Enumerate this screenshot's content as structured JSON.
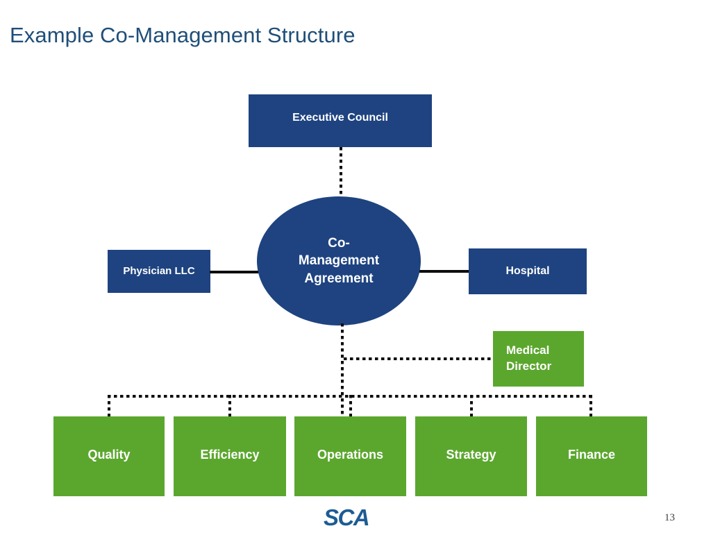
{
  "slide": {
    "title": "Example Co-Management Structure",
    "page_number": "13",
    "logo_text": "SCA",
    "colors": {
      "title_blue": "#1f4e79",
      "node_blue": "#1e4380",
      "node_green": "#5ba72e",
      "connector": "#0d0d0d",
      "logo_blue": "#1d5b94",
      "background": "#ffffff"
    }
  },
  "diagram": {
    "type": "org-chart",
    "nodes": {
      "executive_council": {
        "label": "Executive Council",
        "shape": "rectangle",
        "color": "#1e4380"
      },
      "co_management_agreement": {
        "label": "Co-Management Agreement",
        "line1": "Co-",
        "line2": "Management",
        "line3": "Agreement",
        "shape": "ellipse",
        "color": "#1e4380"
      },
      "physician_llc": {
        "label": "Physician LLC",
        "shape": "rectangle",
        "color": "#1e4380"
      },
      "hospital": {
        "label": "Hospital",
        "shape": "rectangle",
        "color": "#1e4380"
      },
      "medical_director": {
        "label": "Medical Director",
        "line1": "Medical",
        "line2": "Director",
        "shape": "rectangle",
        "color": "#5ba72e"
      }
    },
    "domains": [
      {
        "label": "Quality"
      },
      {
        "label": "Efficiency"
      },
      {
        "label": "Operations"
      },
      {
        "label": "Strategy"
      },
      {
        "label": "Finance"
      }
    ],
    "connectors": [
      {
        "from": "executive_council",
        "to": "co_management_agreement",
        "style": "dotted",
        "orientation": "vertical"
      },
      {
        "from": "physician_llc",
        "to": "co_management_agreement",
        "style": "solid",
        "orientation": "horizontal"
      },
      {
        "from": "co_management_agreement",
        "to": "hospital",
        "style": "solid",
        "orientation": "horizontal"
      },
      {
        "from": "co_management_agreement",
        "to": "medical_director",
        "style": "dotted",
        "orientation": "horizontal"
      },
      {
        "from": "co_management_agreement",
        "to": "domains",
        "style": "dotted",
        "orientation": "vertical-bus"
      }
    ]
  }
}
